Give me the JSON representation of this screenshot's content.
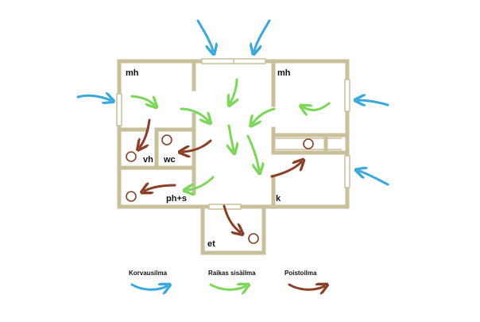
{
  "rooms": {
    "mh_left": "mh",
    "mh_right": "mh",
    "vh": "vh",
    "wc": "wc",
    "ph_s": "ph+s",
    "k": "k",
    "et": "et"
  },
  "legend": {
    "outdoor": "Korvausilma",
    "fresh": "Raikas sisäilma",
    "exhaust": "Poistoilma"
  },
  "colors": {
    "wall": "#c9bf9b",
    "outdoor": "#3aa8dc",
    "fresh": "#7cd65a",
    "exhaust": "#8b3f26",
    "vent": "#8b3f26",
    "window": "#e9e3cf"
  }
}
